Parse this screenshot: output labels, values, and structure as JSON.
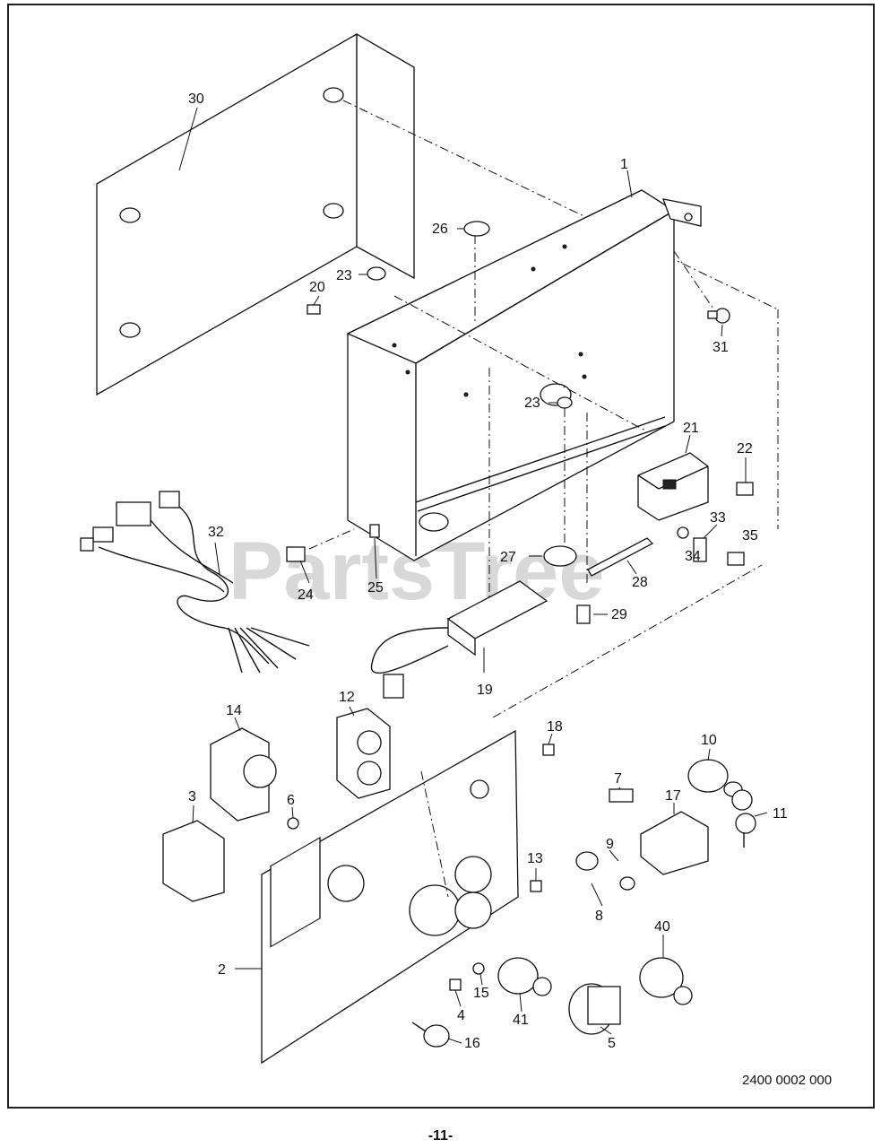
{
  "watermark": "PartsTree",
  "part_number": "2400 0002 000",
  "page_number": "-11-",
  "callouts": [
    "30",
    "1",
    "26",
    "23",
    "20",
    "31",
    "23",
    "21",
    "22",
    "33",
    "35",
    "34",
    "32",
    "24",
    "25",
    "27",
    "28",
    "29",
    "19",
    "12",
    "14",
    "18",
    "10",
    "7",
    "17",
    "11",
    "3",
    "6",
    "9",
    "13",
    "8",
    "40",
    "2",
    "15",
    "4",
    "41",
    "5",
    "16"
  ]
}
